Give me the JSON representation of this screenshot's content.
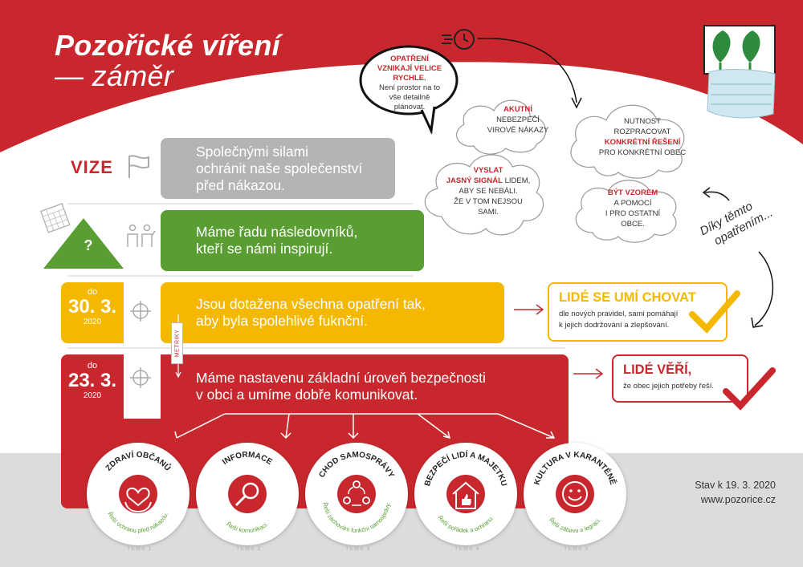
{
  "title": {
    "line1": "Pozořické víření",
    "line2": "— záměr"
  },
  "vize": {
    "label": "VIZE",
    "text_line1": "Společnými silami",
    "text_line2": "ochránit naše společenství",
    "text_line3": "před nákazou."
  },
  "goal": {
    "symbol": "?",
    "text_line1": "Máme řadu následovníků,",
    "text_line2": "kteří se námi inspirují."
  },
  "milestone_2": {
    "do": "do",
    "date": "30. 3.",
    "year": "2020",
    "text_line1": "Jsou dotažena všechna opatření tak,",
    "text_line2": "aby byla spolehlivé fuknční."
  },
  "milestone_1": {
    "do": "do",
    "date": "23. 3.",
    "year": "2020",
    "text_line1": "Máme nastavenu základní úroveň bezpečnosti",
    "text_line2": "v obci a umíme dobře komunikovat."
  },
  "metriky": "METRIKY",
  "callout_yellow": {
    "heading": "LIDÉ SE UMÍ CHOVAT",
    "line1": "dle nových pravidel, sami pomáhají",
    "line2": "k jejich dodržování a zlepšování."
  },
  "callout_red": {
    "heading": "LIDÉ VĚŘÍ,",
    "line1": "že obec jejich potřeby řeší."
  },
  "speech_bubble": {
    "hl1": "OPATŘENÍ",
    "hl2": "VZNIKAJÍ VELICE",
    "hl3": "RYCHLE.",
    "l1": "Není prostor na to",
    "l2": "vše detailně",
    "l3": "plánovat."
  },
  "clouds": {
    "akutni": {
      "hl": "AKUTNÍ",
      "l1": "NEBEZPEČÍ",
      "l2": "VIROVÉ NÁKAZY"
    },
    "nutnost": {
      "l1": "NUTNOST",
      "l2": "ROZPRACOVAT",
      "hl": "KONKRÉTNÍ ŘEŠENÍ",
      "l3": "PRO KONKRÉTNÍ OBEC"
    },
    "vyslat": {
      "hl1": "VYSLAT",
      "hl2": "JASNÝ SIGNÁL",
      "l1": " LIDEM,",
      "l2": "ABY SE NEBÁLI.",
      "l3": "ŽE V TOM NEJSOU",
      "l4": "SAMI."
    },
    "vzor": {
      "hl": "BÝT VZOREM",
      "l1": "A POMOCÍ",
      "l2": "I PRO OSTATNÍ",
      "l3": "OBCE."
    }
  },
  "diky": {
    "line1": "Díky těmto",
    "line2": "opatřením..."
  },
  "themes": [
    {
      "title": "ZDRAVÍ OBČANŮ",
      "sub": "Řeší ochranu před nákazou.",
      "num": "TÉMA 1",
      "icon": "heart-hands-icon"
    },
    {
      "title": "INFORMACE",
      "sub": "Řeší komunikaci.",
      "num": "TÉMA 2",
      "icon": "magnifier-icon"
    },
    {
      "title": "CHOD SAMOSPRÁVY",
      "sub": "Řeší zachování funkční samosprávy.",
      "num": "TÉMA 3",
      "icon": "people-cycle-icon"
    },
    {
      "title": "BEZPEČÍ LIDÍ A MAJETKU",
      "sub": "Řeší pořádek a ochranu.",
      "num": "TÉMA 4",
      "icon": "house-thumb-icon"
    },
    {
      "title": "KULTURA V KARANTÉNĚ",
      "sub": "Řeší zábavu a legraci.",
      "num": "TÉMA 5",
      "icon": "smiley-icon"
    }
  ],
  "footer": {
    "status": "Stav k 19. 3. 2020",
    "url": "www.pozorice.cz"
  },
  "colors": {
    "red": "#c8282d",
    "yellow": "#f5b800",
    "green": "#5a9e33",
    "gray": "#b4b4b4",
    "light_gray": "#dddddd"
  }
}
